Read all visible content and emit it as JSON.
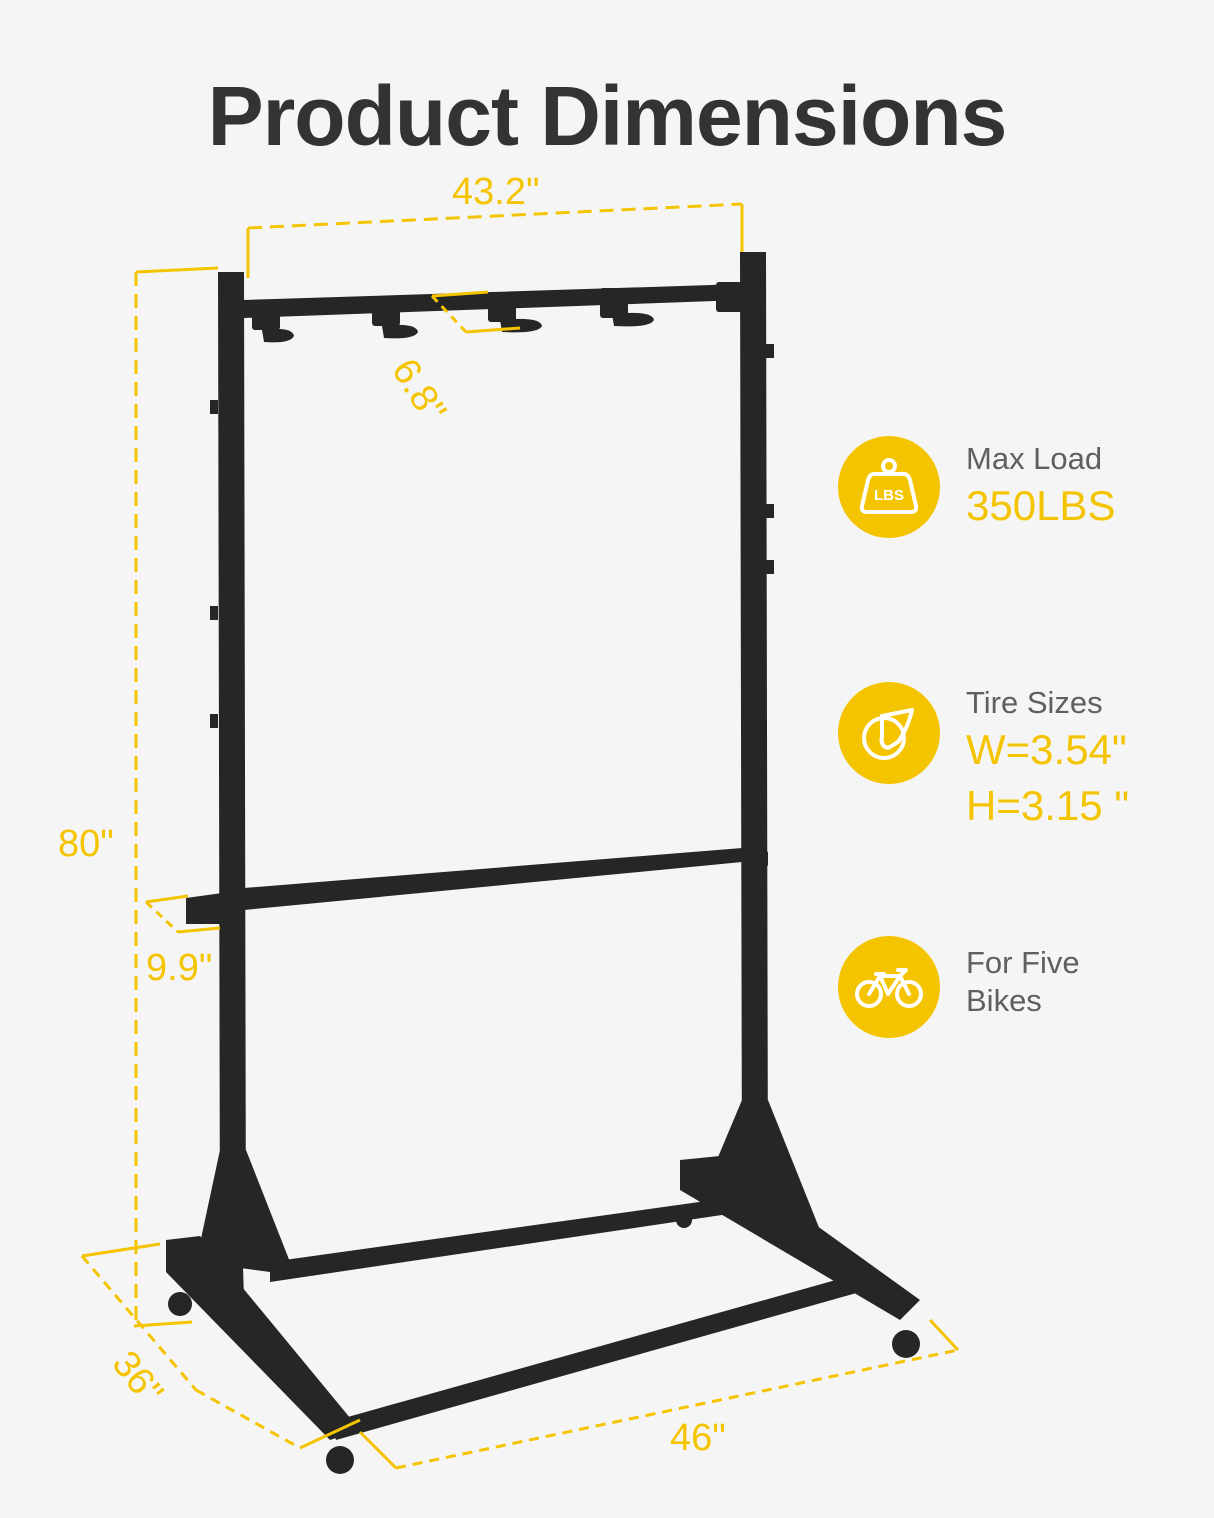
{
  "title": "Product Dimensions",
  "colors": {
    "accent": "#f5c400",
    "title": "#333333",
    "label": "#5f5f5f",
    "frame": "#262626",
    "background": "#f5f5f5"
  },
  "dimensions": {
    "width_top": "43.2\"",
    "hook_spacing": "6.8\"",
    "height": "80\"",
    "shelf_depth": "9.9\"",
    "base_depth": "36\"",
    "base_width": "46\""
  },
  "features": [
    {
      "icon": "weight-lbs-icon",
      "icon_text": "LBS",
      "label": "Max Load",
      "values": [
        "350LBS"
      ]
    },
    {
      "icon": "caster-wheel-icon",
      "label": "Tire Sizes",
      "values": [
        "W=3.54\"",
        "H=3.15 \""
      ]
    },
    {
      "icon": "bicycle-icon",
      "label_lines": [
        "For Five",
        "Bikes"
      ]
    }
  ]
}
